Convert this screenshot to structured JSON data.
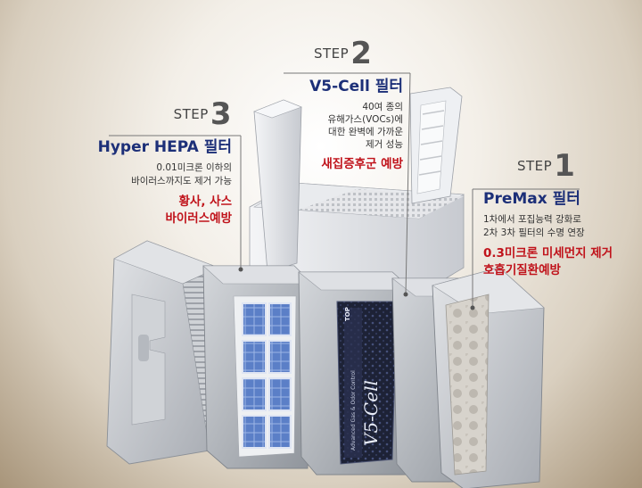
{
  "steps": [
    {
      "step_text": "STEP",
      "step_number": "3",
      "title": "Hyper HEPA 필터",
      "desc_lines": [
        "0.01미크론 이하의",
        "바이러스까지도 제거 가능"
      ],
      "benefit_lines": [
        "황사, 사스",
        "바이러스예방"
      ]
    },
    {
      "step_text": "STEP",
      "step_number": "2",
      "title": "V5-Cell 필터",
      "desc_lines": [
        "40여 종의",
        "유해가스(VOCs)에",
        "대한 완벽에 가까운",
        "제거 성능"
      ],
      "benefit_lines": [
        "새집증후군 예방"
      ]
    },
    {
      "step_text": "STEP",
      "step_number": "1",
      "title": "PreMax 필터",
      "desc_lines": [
        "1차에서 포집능력 강화로",
        "2차 3차 필터의 수명 연장"
      ],
      "benefit_lines": [
        "0.3미크론 미세먼지 제거",
        "호흡기질환예방"
      ]
    }
  ],
  "filter_labels": {
    "top_label": "TOP",
    "v5_label": "V5-Cell",
    "v5_sub": "Advanced Gas & Odor Control"
  },
  "colors": {
    "title_blue": "#1c2f78",
    "benefit_red": "#c0131b",
    "housing_gray": "#c9cbcf"
  }
}
